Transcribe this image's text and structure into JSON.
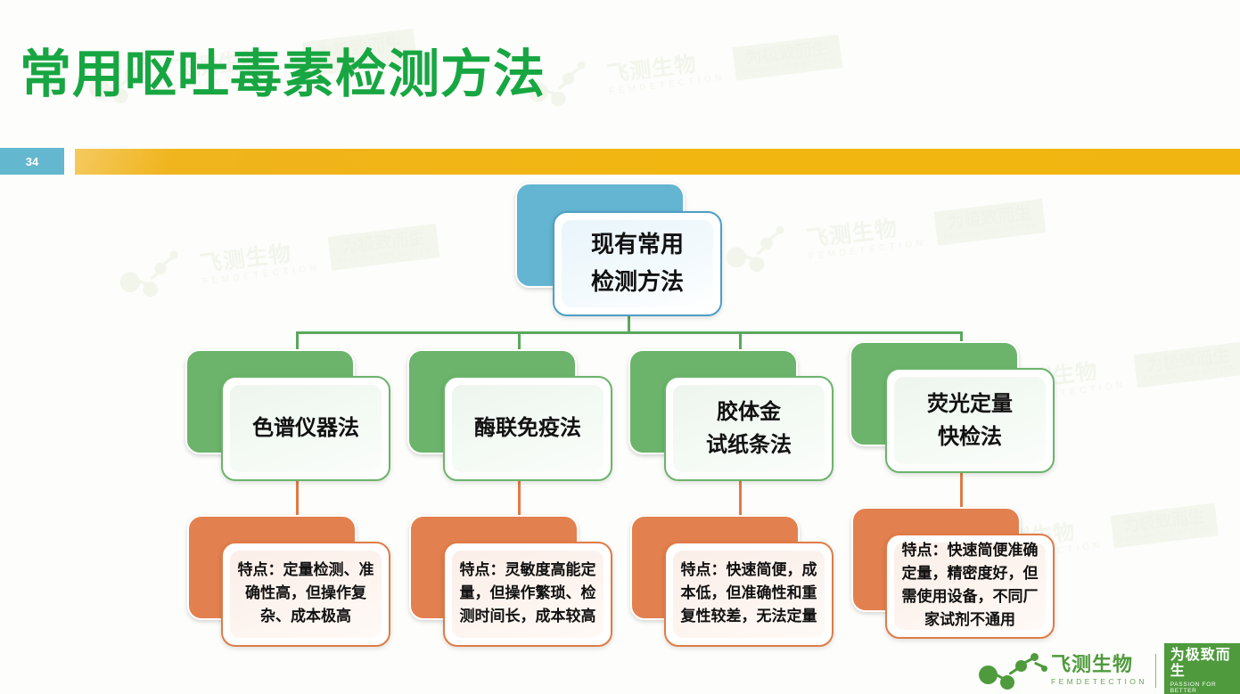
{
  "slide": {
    "title": "常用呕吐毒素检测方法",
    "page_number": "34",
    "accent_green": "#17a641",
    "ribbon_yellow": "#f0b31b",
    "badge_teal": "#63b7ce",
    "node_blue": "#63b5d2",
    "node_green": "#6cb46b",
    "node_orange": "#e3804f"
  },
  "diagram": {
    "root": {
      "line1": "现有常用",
      "line2": "检测方法"
    },
    "methods": [
      {
        "line1": "色谱仪器法",
        "line2": "",
        "detail": "特点：定量检测、准确性高，但操作复杂、成本极高"
      },
      {
        "line1": "酶联免疫法",
        "line2": "",
        "detail": "特点：灵敏度高能定量，但操作繁琐、检测时间长，成本较高"
      },
      {
        "line1": "胶体金",
        "line2": "试纸条法",
        "detail": "特点：快速简便，成本低，但准确性和重复性较差，无法定量"
      },
      {
        "line1": "荧光定量",
        "line2": "快检法",
        "detail": "特点：快速简便准确定量，精密度好，但需使用设备，不同厂家试剂不通用"
      }
    ]
  },
  "logo": {
    "brand_cn": "飞测生物",
    "brand_en": "FEMDETECTION",
    "slogan_cn": "为极致而生",
    "slogan_en": "PASSION FOR BETTER"
  },
  "watermarks": [
    {
      "brand_cn": "飞测生物",
      "brand_en": "FEMDETECTION",
      "slogan_cn": "为极致而生",
      "slogan_en": "PASSION FOR BETTER"
    },
    {
      "brand_cn": "飞测生物",
      "brand_en": "FEMDETECTION",
      "slogan_cn": "为极致而生",
      "slogan_en": "PASSION FOR BETTER"
    },
    {
      "brand_cn": "飞测生物",
      "brand_en": "FEMDETECTION",
      "slogan_cn": "为极致而生",
      "slogan_en": "PASSION FOR BETTER"
    },
    {
      "brand_cn": "飞测生物",
      "brand_en": "FEMDETECTION",
      "slogan_cn": "为极致而生",
      "slogan_en": "PASSION FOR BETTER"
    },
    {
      "brand_cn": "飞测生物",
      "brand_en": "FEMDETECTION",
      "slogan_cn": "为极致而生",
      "slogan_en": "PASSION FOR BETTER"
    },
    {
      "brand_cn": "飞测生物",
      "brand_en": "FEMDETECTION",
      "slogan_cn": "为极致而生",
      "slogan_en": "PASSION FOR BETTER"
    }
  ]
}
